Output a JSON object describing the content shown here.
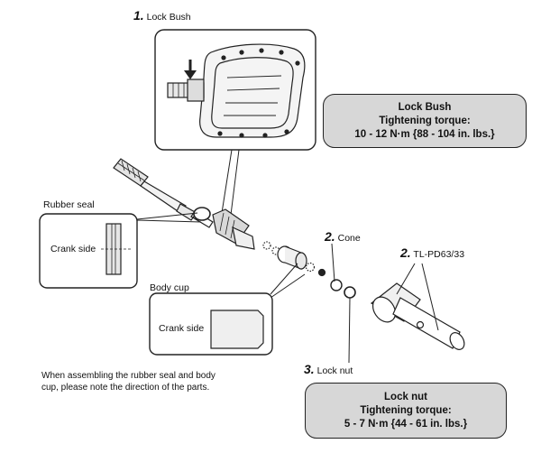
{
  "labels": {
    "lock_bush_num": "1.",
    "lock_bush": "Lock Bush",
    "cone_num": "2.",
    "cone": "Cone",
    "tool_num": "2.",
    "tool": "TL-PD63/33",
    "lock_nut_num": "3.",
    "lock_nut": "Lock nut",
    "rubber_seal": "Rubber seal",
    "crank_side_1": "Crank side",
    "body_cup": "Body cup",
    "crank_side_2": "Crank side"
  },
  "callouts": {
    "lock_bush": {
      "title": "Lock Bush",
      "subtitle": "Tightening torque:",
      "value": "10 - 12 N·m {88 - 104 in. lbs.}"
    },
    "lock_nut": {
      "title": "Lock nut",
      "subtitle": "Tightening torque:",
      "value": "5 - 7 N·m {44 - 61 in. lbs.}"
    }
  },
  "note": {
    "line1": "When assembling the rubber seal and body",
    "line2": "cup, please note the direction of the parts."
  }
}
